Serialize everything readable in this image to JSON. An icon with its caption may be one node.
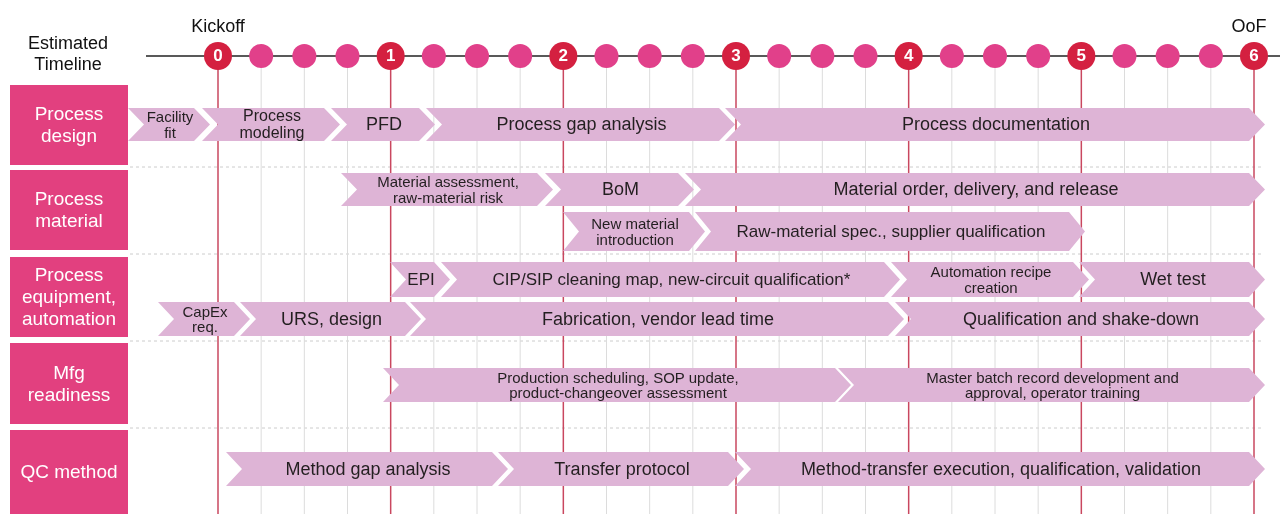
{
  "diagram": {
    "nodes": [
      {
        "text": [
          "Process design"
        ]
      },
      {
        "text": [
          "Facility fit"
        ]
      },
      {
        "text": [
          "Process modeling"
        ]
      },
      {
        "text": [
          "PFD"
        ]
      },
      {
        "text": [
          "Process gap analysis"
        ]
      },
      {
        "text": [
          "Process documentation"
        ]
      },
      {
        "text": [
          "Process material"
        ]
      },
      {
        "text": [
          "Material assessment, raw-material risk"
        ]
      },
      {
        "text": [
          "BoM"
        ]
      },
      {
        "text": [
          "Material order, delivery, and release"
        ]
      },
      {
        "text": [
          "New material introduction"
        ]
      },
      {
        "text": [
          "Raw-material spec., supplier qualification"
        ]
      },
      {
        "text": [
          "Process equipment, automation"
        ]
      },
      {
        "text": [
          "EPI"
        ]
      },
      {
        "text": [
          "CIP/SIP cleaning map, new-circuit qualification*"
        ]
      },
      {
        "text": [
          "Automation recipe creation"
        ]
      },
      {
        "text": [
          "Wet test"
        ]
      },
      {
        "text": [
          "CapEx req."
        ]
      },
      {
        "text": [
          "URS, design"
        ]
      },
      {
        "text": [
          "Fabrication, vendor lead time"
        ]
      },
      {
        "text": [
          "Qualification and shake-down"
        ]
      },
      {
        "text": [
          "Mfg readiness"
        ]
      },
      {
        "text": [
          "Production scheduling, SOP update, product-changeover assessment"
        ]
      },
      {
        "text": [
          "Master batch record development and approval, operator training"
        ]
      },
      {
        "text": [
          "QC method"
        ]
      },
      {
        "text": [
          "Method gap analysis"
        ]
      },
      {
        "text": [
          "Transfer protocol"
        ]
      },
      {
        "text": [
          "Method-transfer execution, qualification, validation"
        ]
      }
    ],
    "labels": [
      "Kickoff",
      "OoF",
      "Estimated Timeline",
      "0",
      "1",
      "2",
      "3",
      "4",
      "5",
      "6"
    ]
  }
}
